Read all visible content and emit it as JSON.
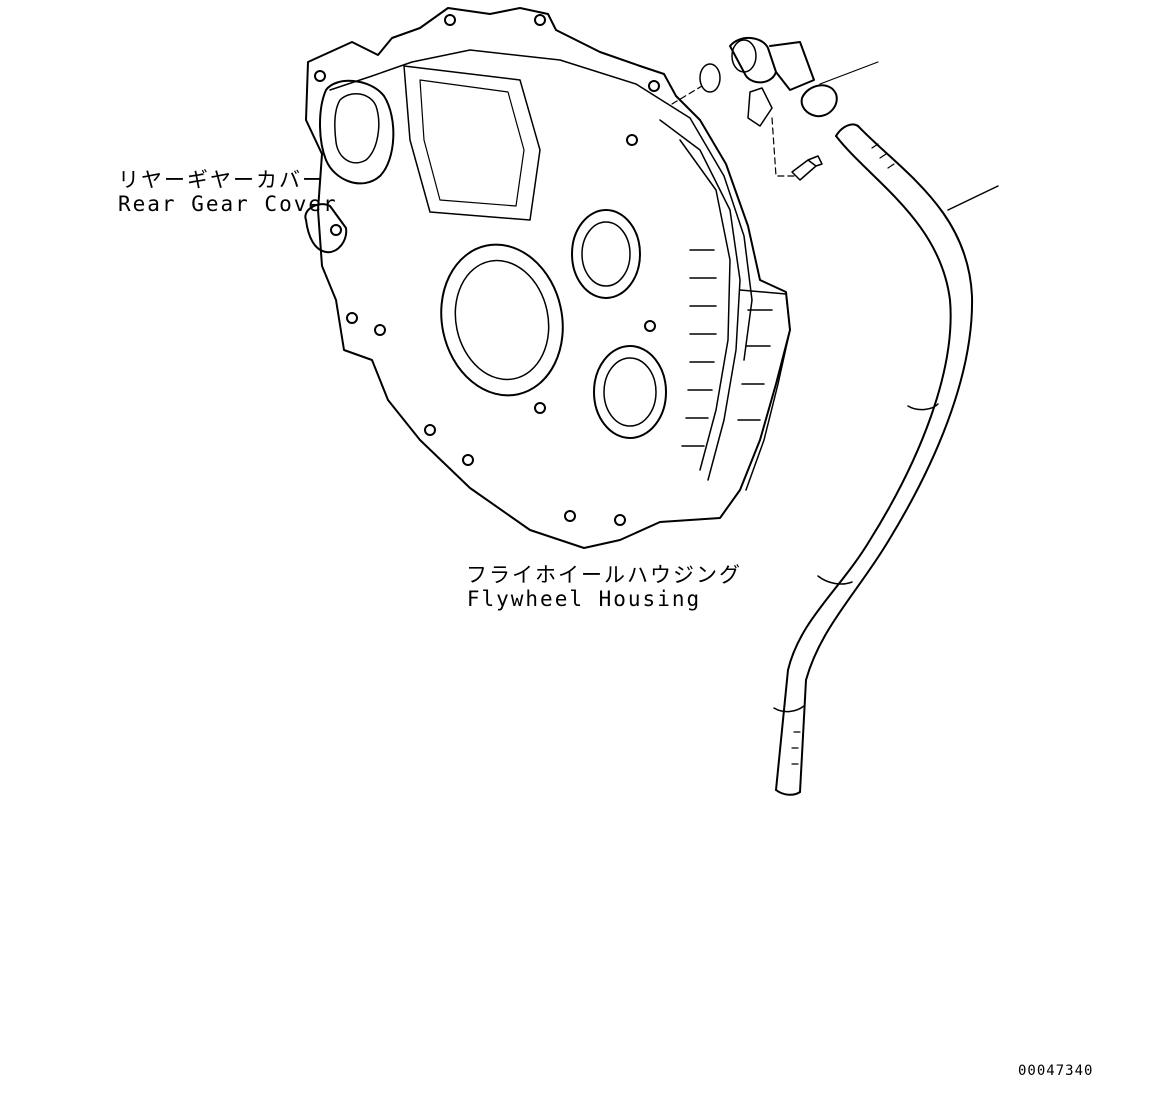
{
  "labels": {
    "rear_gear_cover_jp": "リヤーギヤーカバー",
    "rear_gear_cover_en": "Rear Gear Cover",
    "flywheel_housing_jp": "フライホイールハウジング",
    "flywheel_housing_en": "Flywheel Housing"
  },
  "drawing_code": "00047340"
}
